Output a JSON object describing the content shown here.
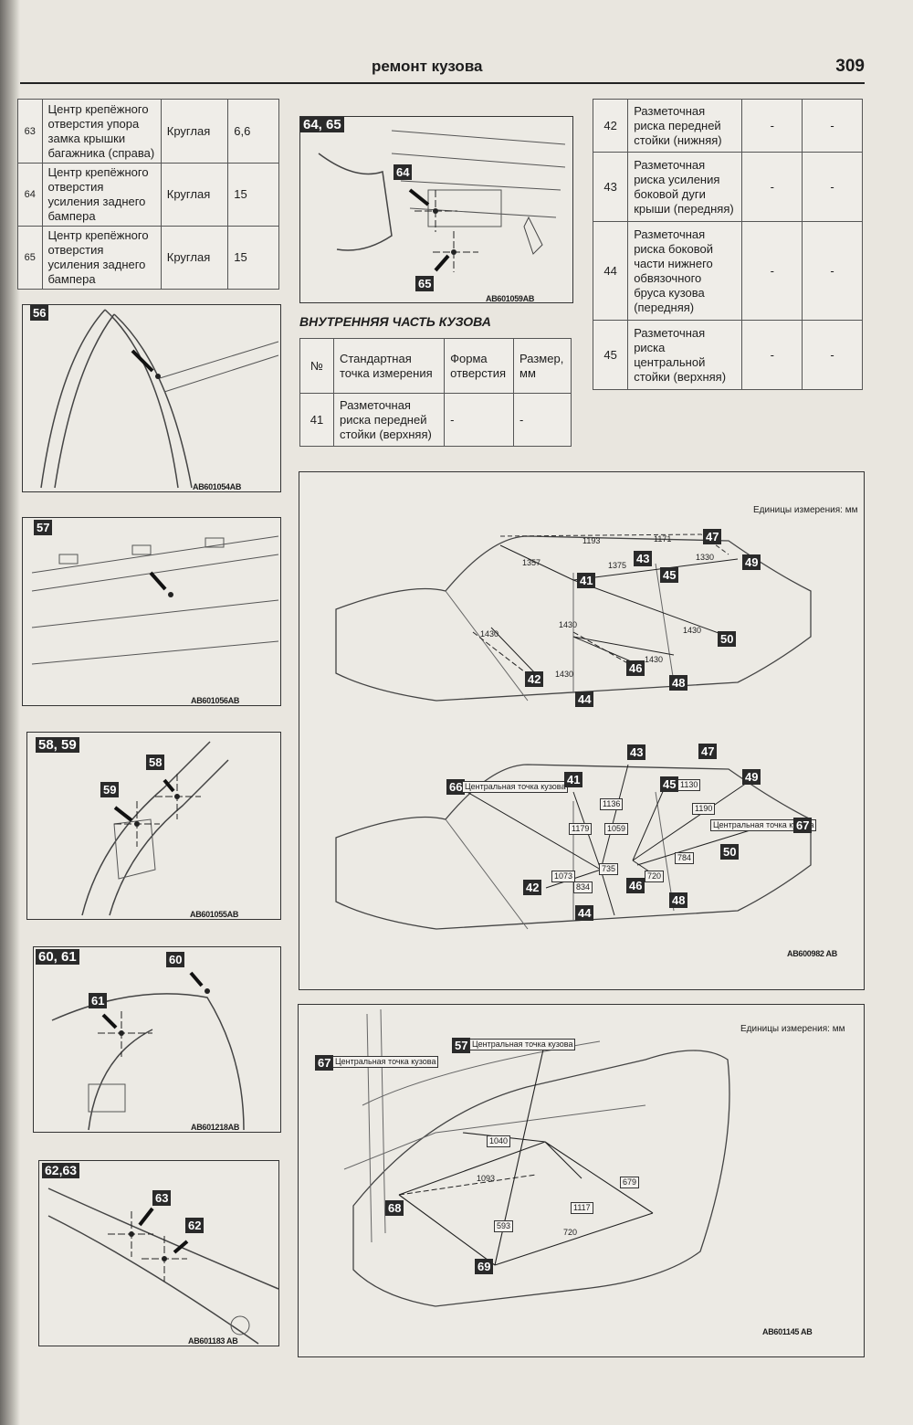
{
  "header": {
    "title": "ремонт кузова",
    "page_number": "309"
  },
  "table_top_left": {
    "rows": [
      {
        "n": "63",
        "desc": "Центр крепёжного отверстия упора замка крышки багажника (справа)",
        "shape": "Круглая",
        "size": "6,6"
      },
      {
        "n": "64",
        "desc": "Центр крепёжного отверстия усиления заднего бампера",
        "shape": "Круглая",
        "size": "15"
      },
      {
        "n": "65",
        "desc": "Центр крепёжного отверстия усиления заднего бампера",
        "shape": "Круглая",
        "size": "15"
      }
    ]
  },
  "section_title": "ВНУТРЕННЯЯ ЧАСТЬ КУЗОВА",
  "table_inner": {
    "headers": [
      "№",
      "Стандартная точка измерения",
      "Форма отверстия",
      "Размер, мм"
    ],
    "rows": [
      {
        "n": "41",
        "desc": "Разметочная риска передней стойки (верхняя)",
        "shape": "-",
        "size": "-"
      }
    ]
  },
  "table_top_right": {
    "rows": [
      {
        "n": "42",
        "desc": "Разметочная риска передней стойки (нижняя)",
        "shape": "-",
        "size": "-"
      },
      {
        "n": "43",
        "desc": "Разметочная риска усиления боковой дуги крыши (передняя)",
        "shape": "-",
        "size": "-"
      },
      {
        "n": "44",
        "desc": "Разметочная риска боковой части нижнего обвязочного бруса кузова (передняя)",
        "shape": "-",
        "size": "-"
      },
      {
        "n": "45",
        "desc": "Разметочная риска центральной стойки (верхняя)",
        "shape": "-",
        "size": "-"
      }
    ]
  },
  "figures": {
    "f6465": {
      "tag": "64, 65",
      "code": "AB601059AB",
      "c1": "64",
      "c2": "65"
    },
    "f56": {
      "tag": "56",
      "code": "AB601054AB"
    },
    "f57": {
      "tag": "57",
      "code": "AB601056AB"
    },
    "f5859": {
      "tag": "58, 59",
      "code": "AB601055AB",
      "c1": "58",
      "c2": "59"
    },
    "f6061": {
      "tag": "60, 61",
      "code": "AB601218AB",
      "c1": "60",
      "c2": "61"
    },
    "f6263": {
      "tag": "62,63",
      "code": "AB601183 AB",
      "c1": "63",
      "c2": "62"
    },
    "big1": {
      "units": "Единицы измерения: мм",
      "code": "AB600982 AB",
      "dims_top": [
        "1193",
        "1171",
        "1357",
        "1375",
        "1330",
        "1430",
        "1430",
        "1430",
        "1430",
        "1430"
      ],
      "pts_top": [
        "47",
        "43",
        "49",
        "41",
        "45",
        "50",
        "42",
        "46",
        "48",
        "44"
      ],
      "center_label": "Центральная точка кузова",
      "dims_bottom": [
        "1130",
        "1136",
        "1190",
        "1179",
        "1059",
        "735",
        "784",
        "1073",
        "834",
        "720"
      ],
      "pts_bottom": [
        "43",
        "47",
        "66",
        "41",
        "45",
        "49",
        "67",
        "50",
        "42",
        "46",
        "48",
        "44"
      ]
    },
    "big2": {
      "units": "Единицы измерения: мм",
      "code": "AB601145 AB",
      "label57": "Центральная точка кузова",
      "label67": "Центральная точка кузова",
      "t57": "57",
      "t67": "67",
      "t68": "68",
      "t69": "69",
      "dims": [
        "1040",
        "1093",
        "679",
        "1117",
        "593",
        "720"
      ]
    }
  }
}
